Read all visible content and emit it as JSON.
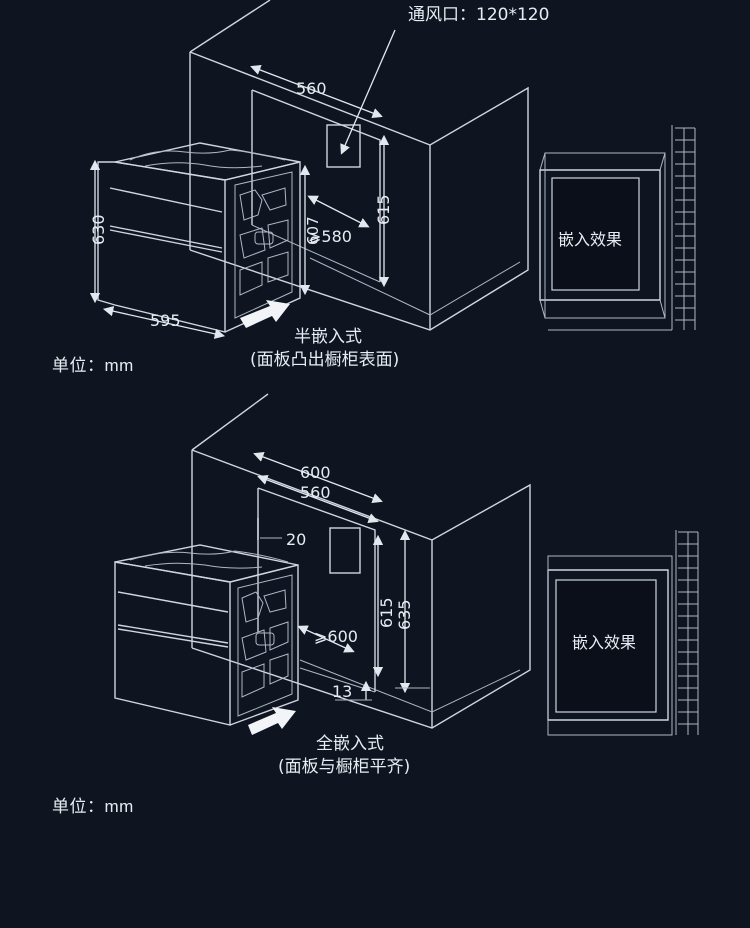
{
  "panel_top": {
    "vent_label": "通风口：120*120",
    "dim_width_cabinet": "560",
    "dim_height_cabinet": "615",
    "dim_height_unit_side": "607",
    "dim_depth": "⩾580",
    "dim_height_unit": "630",
    "dim_width_unit": "595",
    "caption_line1": "半嵌入式",
    "caption_line2": "(面板凸出橱柜表面)",
    "effect_label": "嵌入效果",
    "unit_label": "单位：mm"
  },
  "panel_bottom": {
    "dim_width_outer": "600",
    "dim_width_inner": "560",
    "dim_gap_top": "20",
    "dim_height_inner": "615",
    "dim_height_outer": "635",
    "dim_depth": "⩾600",
    "dim_bottom_gap": "13",
    "caption_line1": "全嵌入式",
    "caption_line2": "(面板与橱柜平齐)",
    "effect_label": "嵌入效果",
    "unit_label": "单位：mm"
  }
}
